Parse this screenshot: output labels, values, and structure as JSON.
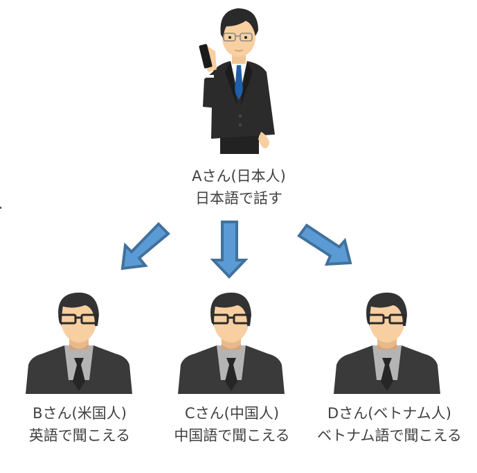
{
  "speaker": {
    "name": "Aさん(日本人)",
    "action": "日本語で話す",
    "icon": "man-on-phone-icon"
  },
  "listeners": [
    {
      "name": "Bさん(米国人)",
      "action": "英語で聞こえる",
      "icon": "man-avatar-icon"
    },
    {
      "name": "Cさん(中国人)",
      "action": "中国語で聞こえる",
      "icon": "man-avatar-icon"
    },
    {
      "name": "Dさん(ベトナム人)",
      "action": "ベトナム語で聞こえる",
      "icon": "man-avatar-icon"
    }
  ],
  "arrows": {
    "fill": "#5B9BD5",
    "stroke": "#41719C",
    "directions": [
      "down-left",
      "down",
      "down-right"
    ]
  },
  "colors": {
    "text": "#404040",
    "suit": "#3a3a3a",
    "skin": "#f7cfa0",
    "hair": "#333333",
    "shirt": "#b4b4b4",
    "tie_speaker": "#1f5fa8"
  }
}
